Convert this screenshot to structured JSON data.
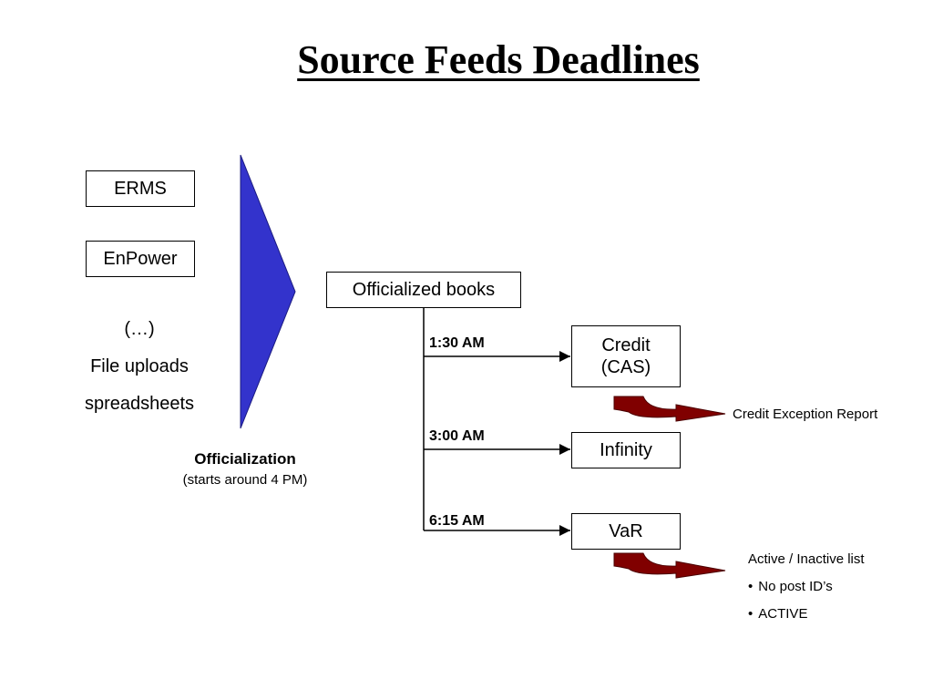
{
  "title": "Source Feeds Deadlines",
  "sources": {
    "erms": "ERMS",
    "enpower": "EnPower",
    "ellipsis": "(…)",
    "file_uploads": "File uploads",
    "spreadsheets": "spreadsheets"
  },
  "officialization": {
    "label": "Officialization",
    "sublabel": "(starts around 4 PM)"
  },
  "officialized_books": "Officialized books",
  "times": {
    "t1": "1:30 AM",
    "t2": "3:00 AM",
    "t3": "6:15 AM"
  },
  "targets": {
    "credit_line1": "Credit",
    "credit_line2": "(CAS)",
    "infinity": "Infinity",
    "var": "VaR"
  },
  "outputs": {
    "credit_exception": "Credit Exception Report",
    "active_inactive": "Active / Inactive list",
    "bullets": [
      "No post ID’s",
      "ACTIVE"
    ]
  },
  "colors": {
    "triangle": "#3333cc",
    "arrow": "#800000"
  }
}
